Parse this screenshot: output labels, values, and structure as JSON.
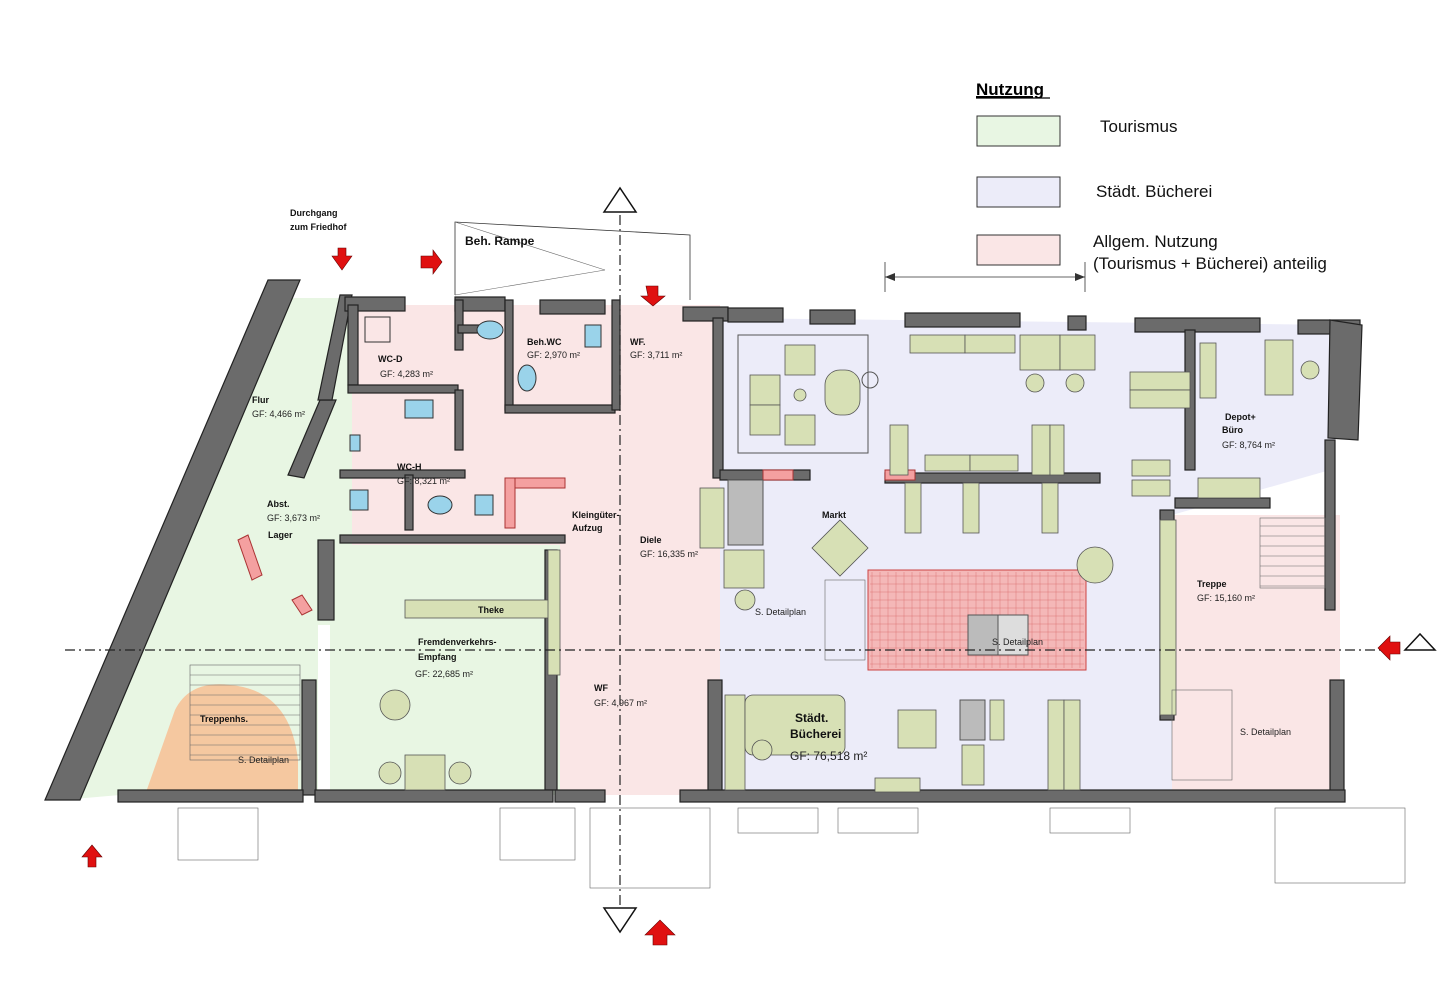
{
  "colors": {
    "tourismus": "#e8f6e3",
    "buecherei": "#ececf9",
    "allgemein": "#fae6e6",
    "wall": "#6b6b6b",
    "furniture": "#d7e0b5",
    "stair": "#f5c8a0",
    "hatch": "#f0a0a0",
    "arrow": "#e01010"
  },
  "legend": {
    "title": "Nutzung",
    "items": [
      {
        "label": "Tourismus",
        "label2": "",
        "color": "#e8f6e3"
      },
      {
        "label": "Städt. Bücherei",
        "label2": "",
        "color": "#ececf9"
      },
      {
        "label": "Allgem. Nutzung",
        "label2": "(Tourismus + Bücherei) anteilig",
        "color": "#fae6e6"
      }
    ]
  },
  "top_labels": {
    "durchgang_1": "Durchgang",
    "durchgang_2": "zum Friedhof",
    "rampe": "Beh. Rampe"
  },
  "rooms": {
    "wcd": {
      "name": "WC-D",
      "area": "GF: 4,283 m²"
    },
    "behwc": {
      "name": "Beh.WC",
      "area": "GF: 2,970 m²"
    },
    "wf1": {
      "name": "WF.",
      "area": "GF: 3,711 m²"
    },
    "flur": {
      "name": "Flur",
      "area": "GF: 4,466 m²"
    },
    "wch": {
      "name": "WC-H",
      "area": "GF: 8,321 m²"
    },
    "abst": {
      "name": "Abst.",
      "area": "GF: 3,673 m²"
    },
    "lager": {
      "name": "Lager"
    },
    "aufzug_1": "Kleingüter-",
    "aufzug_2": "Aufzug",
    "diele": {
      "name": "Diele",
      "area": "GF: 16,335 m²"
    },
    "theke": "Theke",
    "empfang_1": "Fremdenverkehrs-",
    "empfang_2": "Empfang",
    "empfang_area": "GF: 22,685 m²",
    "treppenhs": "Treppenhs.",
    "wf2": {
      "name": "WF",
      "area": "GF: 4,967 m²"
    },
    "markt": "Markt",
    "buecherei_1": "Städt.",
    "buecherei_2": "Bücherei",
    "buecherei_area": "GF: 76,518 m²",
    "depot_1": "Depot+",
    "depot_2": "Büro",
    "depot_area": "GF: 8,764 m²",
    "treppe": {
      "name": "Treppe",
      "area": "GF: 15,160 m²"
    }
  },
  "detail_labels": {
    "left": "S. Detailplan",
    "mid": "S. Detailplan",
    "center": "S. Detailplan",
    "right": "S. Detailplan"
  }
}
